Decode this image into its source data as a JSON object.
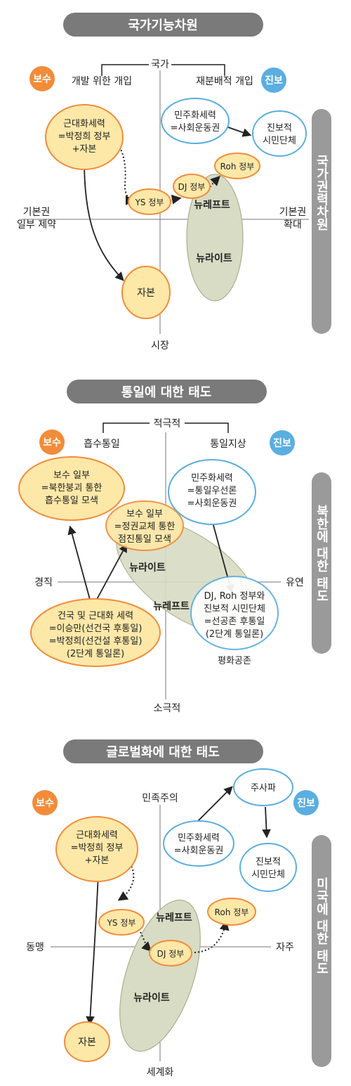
{
  "colors": {
    "conservative": "#f28c3a",
    "progressive": "#5aaee0",
    "orange_fill": "#fde8a8",
    "blue_fill": "#ffffff",
    "green_fill": "#d8dcc4",
    "header_bg": "#7a7a7a",
    "side_bg": "#9a9a9a"
  },
  "badges": {
    "conservative": "보수",
    "progressive": "진보"
  },
  "section1": {
    "title": "국가기능차원",
    "side_label": "국가권력차원",
    "axis": {
      "top": "국가",
      "bottom": "시장",
      "left1": "기본권",
      "left2": "일부 제약",
      "right1": "기본권",
      "right2": "확대",
      "top_left": "개발 위한 개입",
      "top_right": "재분배적 개입"
    },
    "nodes": {
      "mod1": "근대화세력",
      "mod2": "=박정희 정부",
      "mod3": "+자본",
      "dem1": "민주화세력",
      "dem2": "=사회운동권",
      "prog1": "진보적",
      "prog2": "시민단체",
      "roh": "Roh 정부",
      "dj": "DJ 정부",
      "ys": "YS 정부",
      "newleft": "뉴레프트",
      "newright": "뉴라이트",
      "capital": "자본"
    }
  },
  "section2": {
    "title": "통일에 대한 태도",
    "side_label": "북한에 대한 태도",
    "axis": {
      "top": "적극적",
      "bottom": "소극적",
      "left": "경직",
      "right": "유연",
      "top_left": "흡수통일",
      "top_right": "통일지상"
    },
    "nodes": {
      "c1a": "보수 일부",
      "c1b": "=북한붕괴 통한",
      "c1c": "흡수통일 모색",
      "c2a": "보수 일부",
      "c2b": "=정권교체 통한",
      "c2c": "점진통일 모색",
      "d1": "민주화세력",
      "d2": "=통일우선론",
      "d3": "=사회운동권",
      "b1": "건국 및 근대화 세력",
      "b2": "=이승만(선건국 후통일)",
      "b3": "=박정희(선건설 후통일)",
      "b4": "(2단계 통일론)",
      "p1": "DJ, Roh 정부와",
      "p2": "진보적 시민단체",
      "p3": "=선공존 후통일",
      "p4": "(2단계 통일론)",
      "peace": "평화공존",
      "newright": "뉴라이트",
      "newleft": "뉴레프트"
    }
  },
  "section3": {
    "title": "글로벌화에 대한 태도",
    "side_label": "미국에 대한 태도",
    "axis": {
      "top": "민족주의",
      "bottom": "세계화",
      "left": "동맹",
      "right": "자주"
    },
    "nodes": {
      "jusa": "주사파",
      "dem1": "민주화세력",
      "dem2": "=사회운동권",
      "prog1": "진보적",
      "prog2": "시민단체",
      "mod1": "근대화세력",
      "mod2": "=박정희 정부",
      "mod3": "+자본",
      "ys": "YS 정부",
      "dj": "DJ 정부",
      "roh": "Roh 정부",
      "newleft": "뉴레프트",
      "newright": "뉴라이트",
      "capital": "자본"
    }
  }
}
